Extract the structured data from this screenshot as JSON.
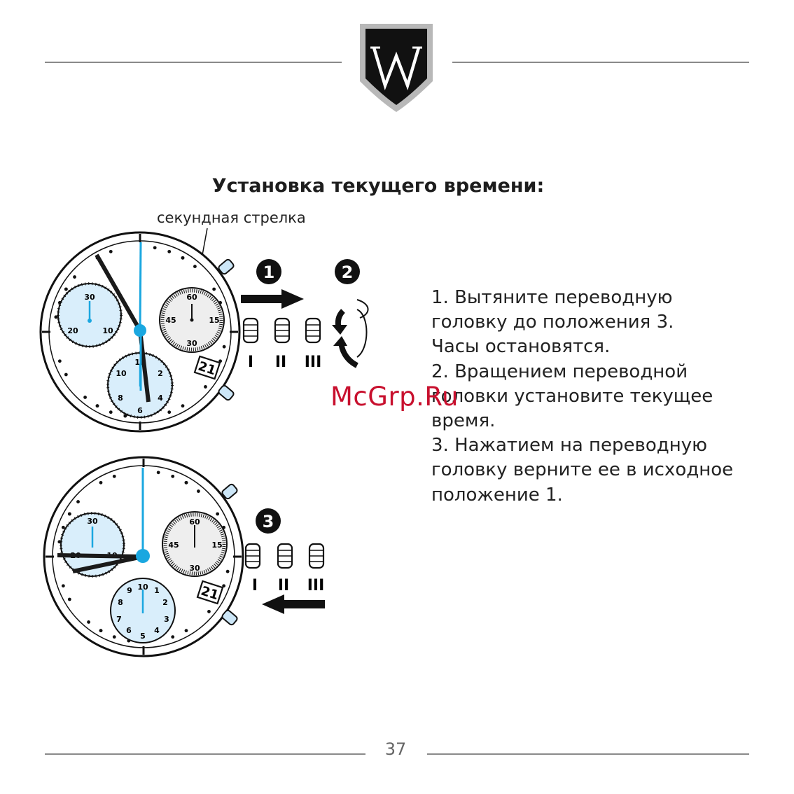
{
  "page_title": "Установка текущего времени:",
  "figure1": {
    "callout_label": "секундная стрелка",
    "step_numbers": [
      "1",
      "2"
    ],
    "positions": [
      "I",
      "II",
      "III"
    ],
    "subdial_left": [
      "30",
      "20",
      "10"
    ],
    "subdial_right": [
      "60",
      "45",
      "15",
      "30"
    ],
    "subdial_bottom": [
      "12",
      "10",
      "2",
      "8",
      "4",
      "6"
    ],
    "date": "21"
  },
  "figure2": {
    "step_numbers": [
      "3"
    ],
    "positions": [
      "I",
      "II",
      "III"
    ],
    "subdial_left": [
      "30",
      "20",
      "10"
    ],
    "subdial_right": [
      "60",
      "45",
      "15",
      "30"
    ],
    "subdial_bottom": [
      "10",
      "9",
      "1",
      "8",
      "2",
      "7",
      "3",
      "6",
      "4",
      "5"
    ],
    "date": "21"
  },
  "instructions": [
    "1. Вытяните переводную",
    "головку до положения 3.",
    "Часы остановятся.",
    "2. Вращением переводной",
    "головки установите текущее",
    "время.",
    "3. Нажатием на переводную",
    "головку верните ее в исходное",
    "положение 1."
  ],
  "watermark": "McGrp.Ru",
  "page_number": "37",
  "colors": {
    "hand_blue": "#1aa7e0",
    "subdial_fill": "#d9eefb",
    "seconds_fill": "#eeeeee",
    "rule": "#8a8a8a",
    "watermark": "#c8102e"
  }
}
